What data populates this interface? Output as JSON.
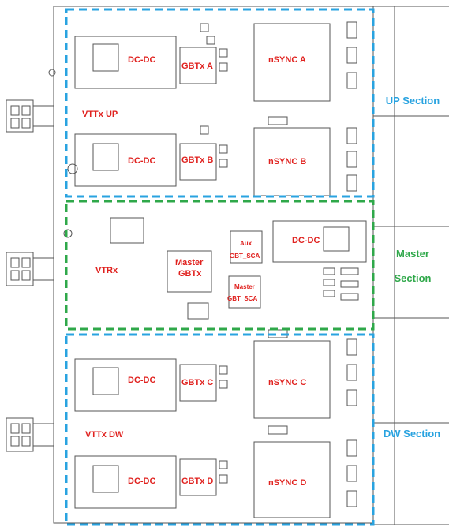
{
  "colors": {
    "component_label": "#e0221f",
    "up_dw_frame": "#29a3e0",
    "master_frame": "#2fa84a",
    "outline": "#555555"
  },
  "labels": {
    "dcdc": "DC-DC",
    "vttx_up": "VTTx UP",
    "vttx_dw": "VTTx DW",
    "vtrx": "VTRx",
    "gbtx_a": "GBTx A",
    "gbtx_b": "GBTx B",
    "gbtx_c": "GBTx C",
    "gbtx_d": "GBTx D",
    "nsync_a": "nSYNC A",
    "nsync_b": "nSYNC B",
    "nsync_c": "nSYNC C",
    "nsync_d": "nSYNC D",
    "master_gbtx_line1": "Master",
    "master_gbtx_line2": "GBTx",
    "aux_line1": "Aux",
    "aux_line2": "GBT_SCA",
    "master_sca_line1": "Master",
    "master_sca_line2": "GBT_SCA"
  },
  "sections": {
    "up": "UP Section",
    "master_line1": "Master",
    "master_line2": "Section",
    "dw": "DW Section"
  }
}
